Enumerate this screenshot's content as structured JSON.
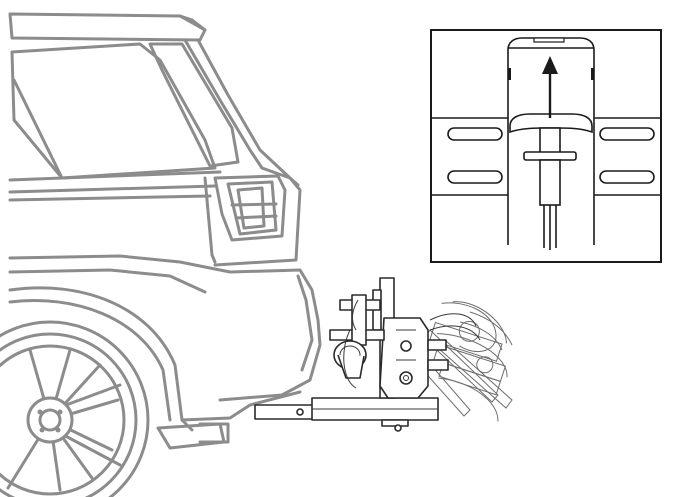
{
  "diagram": {
    "colors": {
      "vehicle_stroke": "#8c8c8c",
      "rack_stroke": "#2a2a2a",
      "inset_stroke": "#1a1a1a",
      "background": "#ffffff"
    },
    "components": [
      "vehicle-rear",
      "rear-wheel",
      "tail-light",
      "hitch-receiver",
      "bike-rack",
      "tilted-rack-ghost",
      "detail-inset",
      "release-handle",
      "pull-direction-arrow"
    ]
  }
}
